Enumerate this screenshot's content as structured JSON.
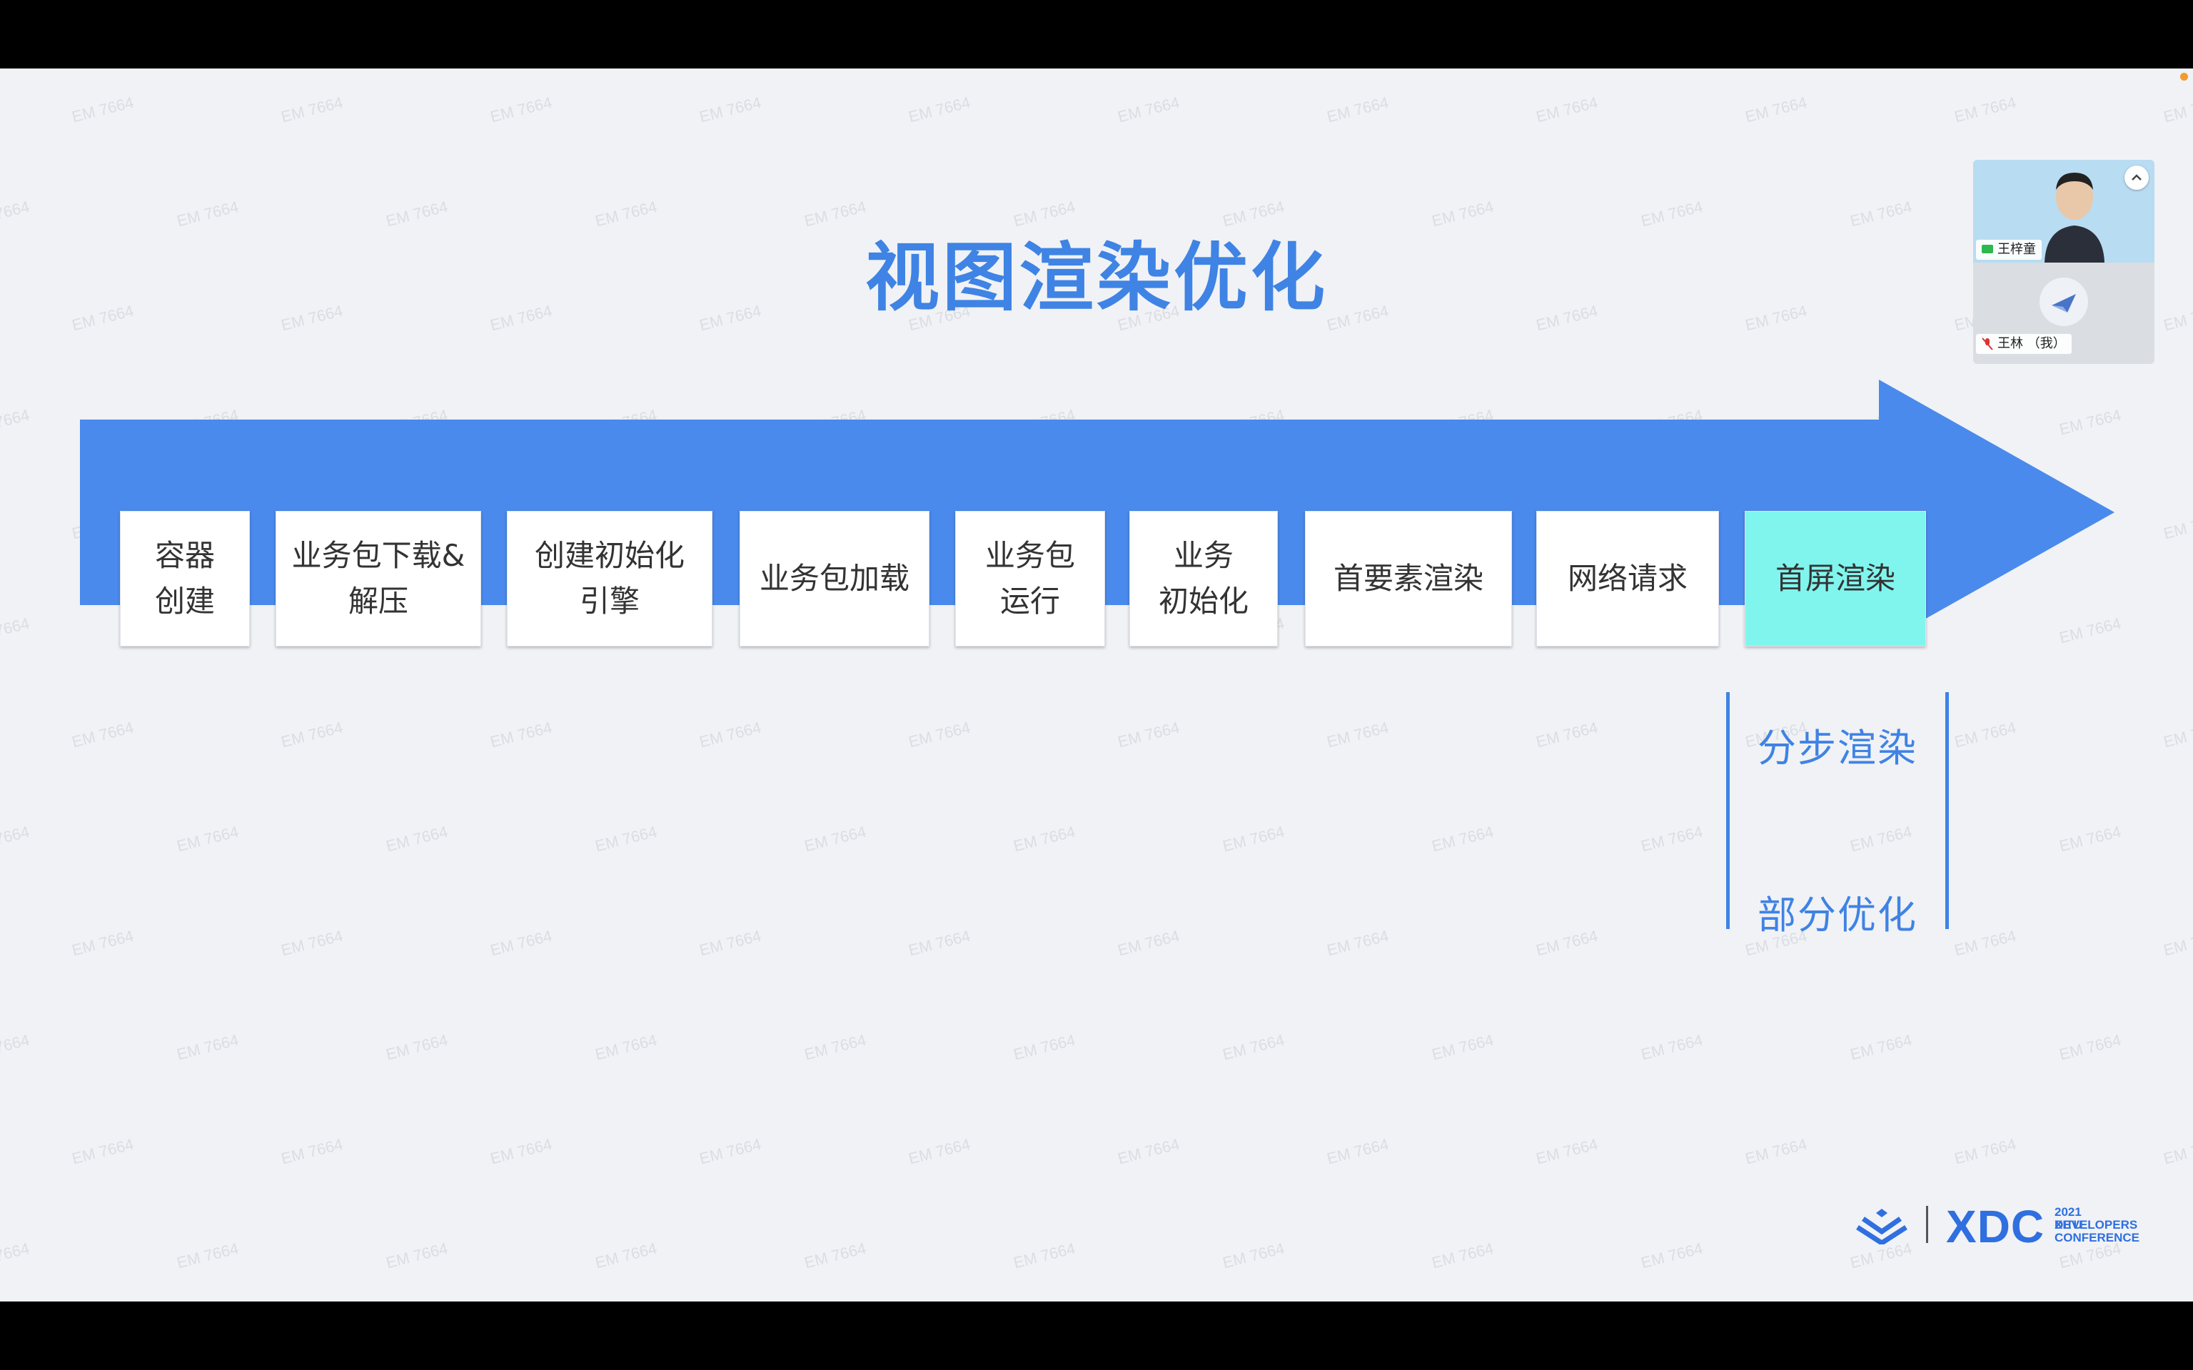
{
  "slide": {
    "title": "视图渲染优化",
    "steps": [
      {
        "label": "容器\n创建",
        "highlight": false
      },
      {
        "label": "业务包下载&\n解压",
        "highlight": false
      },
      {
        "label": "创建初始化\n引擎",
        "highlight": false
      },
      {
        "label": "业务包加载",
        "highlight": false
      },
      {
        "label": "业务包\n运行",
        "highlight": false
      },
      {
        "label": "业务\n初始化",
        "highlight": false
      },
      {
        "label": "首要素渲染",
        "highlight": false
      },
      {
        "label": "网络请求",
        "highlight": false
      },
      {
        "label": "首屏渲染",
        "highlight": true
      }
    ],
    "bracket_items": [
      "分步渲染",
      "部分优化"
    ],
    "watermark": "EM 7664",
    "colors": {
      "accent": "#3f83e4",
      "arrow": "#4a8aec",
      "highlight": "#80f5ee",
      "background": "#f0f2f6"
    }
  },
  "logo": {
    "text": "XDC",
    "subtitle_lines": [
      "2021 XITU",
      "DEVELOPERS",
      "CONFERENCE"
    ]
  },
  "video_panel": {
    "participants": [
      {
        "name": "王梓童",
        "status_icon": "camera-on-icon"
      },
      {
        "name": "王林 （我）",
        "status_icon": "mic-muted-icon"
      }
    ],
    "collapse_icon": "chevron-up-icon"
  }
}
